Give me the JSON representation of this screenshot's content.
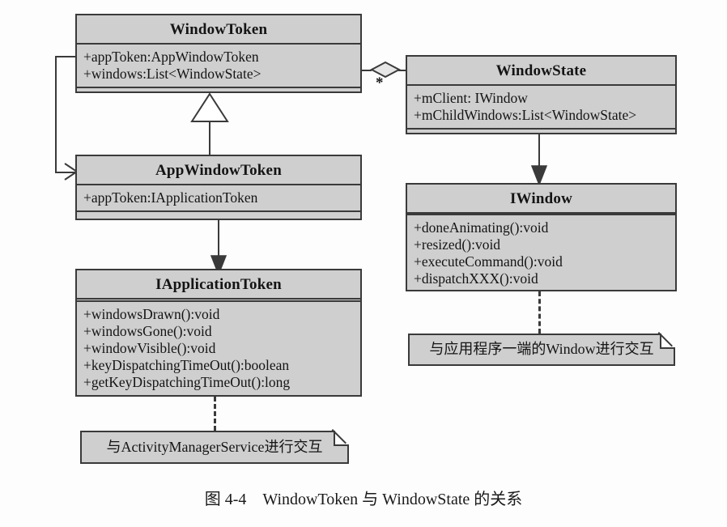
{
  "figure": {
    "caption": "图 4-4　WindowToken 与 WindowState 的关系"
  },
  "classes": [
    {
      "id": "window-token",
      "name": "WindowToken",
      "attributes": [
        "+appToken:AppWindowToken",
        "+windows:List<WindowState>"
      ],
      "methods": []
    },
    {
      "id": "window-state",
      "name": "WindowState",
      "attributes": [
        "+mClient: IWindow",
        "+mChildWindows:List<WindowState>"
      ],
      "methods": []
    },
    {
      "id": "app-window-token",
      "name": "AppWindowToken",
      "attributes": [
        "+appToken:IApplicationToken"
      ],
      "methods": []
    },
    {
      "id": "iapplication-token",
      "name": "IApplicationToken",
      "attributes": [],
      "methods": [
        "+windowsDrawn():void",
        "+windowsGone():void",
        "+windowVisible():void",
        "+keyDispatchingTimeOut():boolean",
        "+getKeyDispatchingTimeOut():long"
      ]
    },
    {
      "id": "iwindow",
      "name": "IWindow",
      "attributes": [],
      "methods": [
        "+doneAnimating():void",
        "+resized():void",
        "+executeCommand():void",
        "+dispatchXXX():void"
      ]
    }
  ],
  "notes": [
    {
      "id": "note-iwindow",
      "text": "与应用程序一端的Window进行交互"
    },
    {
      "id": "note-iapplication-token",
      "text": "与ActivityManagerService进行交互"
    }
  ],
  "relations": {
    "aggregation_multiplicity": "*"
  },
  "colors": {
    "box_fill": "#cfcfcf",
    "line": "#3a3a3a",
    "text": "#141414",
    "page_background": "#fdfdfd"
  }
}
